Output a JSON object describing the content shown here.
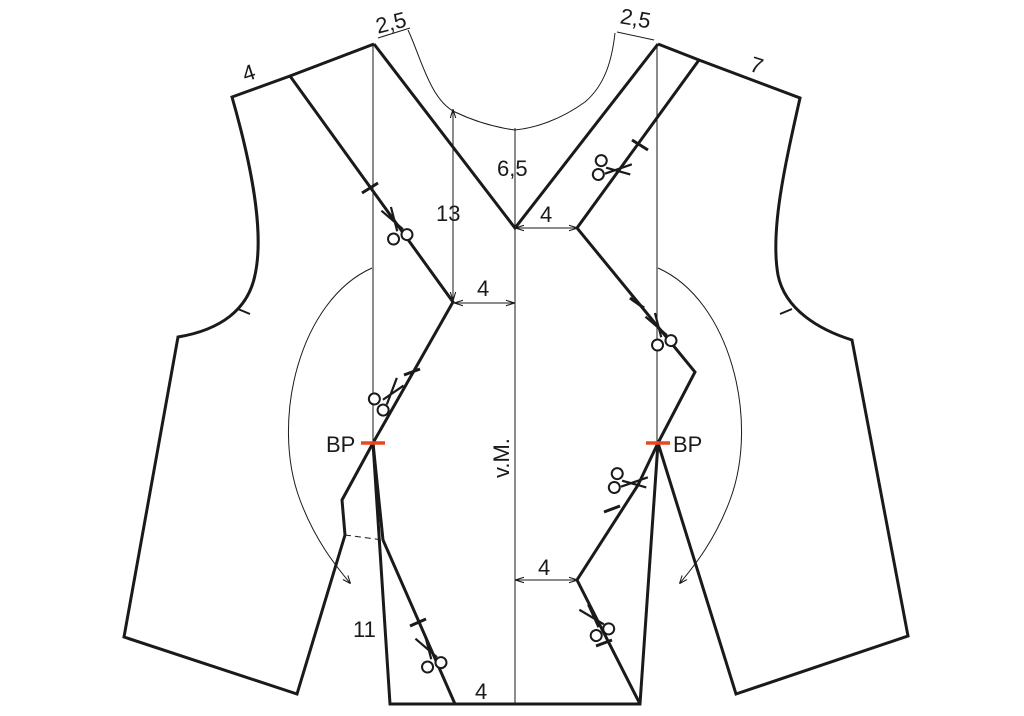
{
  "labels": {
    "shoulder_left": "4",
    "neck_left": "2,5",
    "neck_right": "2,5",
    "shoulder_right": "7",
    "neck_depth": "6,5",
    "depth_13": "13",
    "offset_top": "4",
    "offset_mid": "4",
    "offset_low": "4",
    "hem": "4",
    "dart_11": "11",
    "bp_left": "BP",
    "bp_right": "BP",
    "center_front": "v.M."
  },
  "colors": {
    "line": "#1a1a1a",
    "bust_point": "#e8481c"
  },
  "icons": {
    "cut_marker": "scissors-icon",
    "direction": "curved-arrow-icon"
  }
}
